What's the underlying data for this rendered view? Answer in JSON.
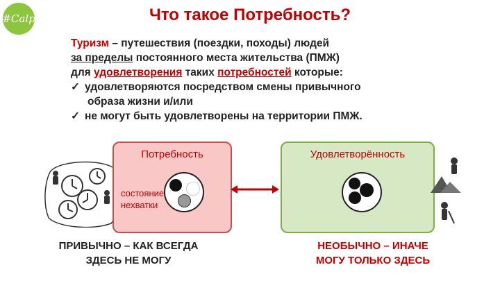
{
  "logo": {
    "text": "#Сalp"
  },
  "title": "Что такое Потребность?",
  "definition": {
    "term": "Туризм",
    "line1_rest": " – путешествия (поездки, походы) людей",
    "line2_u": "за пределы",
    "line2_rest": " постоянного места жительства (ПМЖ)",
    "line3_a": "для ",
    "line3_u1": "удовлетворения",
    "line3_b": " таких ",
    "line3_u2": "потребностей",
    "line3_c": " которые:",
    "bullet1_a": "удовлетворяются посредством смены привычного",
    "bullet1_b": "образа жизни и/или",
    "bullet2": "не могут быть удовлетворены на территории ПМЖ."
  },
  "need_box": {
    "label": "Потребность",
    "state_line1": "состояние",
    "state_line2": "нехватки"
  },
  "sat_box": {
    "label": "Удовлетворённость"
  },
  "colors": {
    "accent": "#c00000",
    "need_fill": "#f9c7c5",
    "sat_fill": "#d6e9c4",
    "logo": "#8cc63f"
  },
  "footer_left": {
    "line1": "ПРИВЫЧНО – КАК ВСЕГДА",
    "line2": "ЗДЕСЬ НЕ МОГУ"
  },
  "footer_right": {
    "line1": "НЕОБЫЧНО – ИНАЧЕ",
    "line2": "МОГУ ТОЛЬКО ЗДЕСЬ"
  }
}
